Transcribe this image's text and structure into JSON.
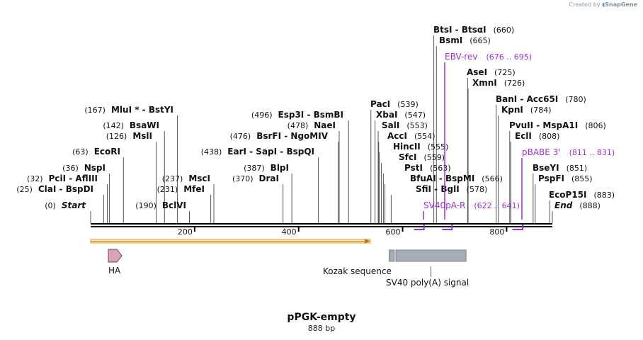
{
  "credit": {
    "created_by": "Created by",
    "brand": "SnapGene"
  },
  "map": {
    "title": "pPGK-empty",
    "length_label": "888 bp",
    "length": 888,
    "ruler": {
      "ticks": [
        200,
        400,
        600,
        800
      ]
    },
    "enzyme_labels": [
      {
        "id": "btsi",
        "pos": 660,
        "names": [
          "BtsI",
          "BtsαI"
        ],
        "coord": "(660)",
        "side": "right"
      },
      {
        "id": "bsmi",
        "pos": 665,
        "names": [
          "BsmI"
        ],
        "coord": "(665)",
        "side": "right"
      },
      {
        "id": "asei",
        "pos": 725,
        "names": [
          "AseI"
        ],
        "coord": "(725)",
        "side": "right"
      },
      {
        "id": "xmni",
        "pos": 726,
        "names": [
          "XmnI"
        ],
        "coord": "(726)",
        "side": "right"
      },
      {
        "id": "bani",
        "pos": 780,
        "names": [
          "BanI",
          "Acc65I"
        ],
        "coord": "(780)",
        "side": "right"
      },
      {
        "id": "kpni",
        "pos": 784,
        "names": [
          "KpnI"
        ],
        "coord": "(784)",
        "side": "right"
      },
      {
        "id": "pvuii",
        "pos": 806,
        "names": [
          "PvuII",
          "MspA1I"
        ],
        "coord": "(806)",
        "side": "right"
      },
      {
        "id": "ecli",
        "pos": 808,
        "names": [
          "EclI"
        ],
        "coord": "(808)",
        "side": "right"
      },
      {
        "id": "bseyi",
        "pos": 851,
        "names": [
          "BseYI"
        ],
        "coord": "(851)",
        "side": "right"
      },
      {
        "id": "pspfi",
        "pos": 855,
        "names": [
          "PspFI"
        ],
        "coord": "(855)",
        "side": "right"
      },
      {
        "id": "ecop15i",
        "pos": 883,
        "names": [
          "EcoP15I"
        ],
        "coord": "(883)",
        "side": "right"
      },
      {
        "id": "end",
        "pos": 888,
        "names": [
          "End"
        ],
        "coord": "(888)",
        "side": "right",
        "italic": true
      },
      {
        "id": "paci",
        "pos": 539,
        "names": [
          "PacI"
        ],
        "coord": "(539)",
        "side": "right"
      },
      {
        "id": "xbai",
        "pos": 547,
        "names": [
          "XbaI"
        ],
        "coord": "(547)",
        "side": "right"
      },
      {
        "id": "sali",
        "pos": 553,
        "names": [
          "SalI"
        ],
        "coord": "(553)",
        "side": "right"
      },
      {
        "id": "acci",
        "pos": 554,
        "names": [
          "AccI"
        ],
        "coord": "(554)",
        "side": "right"
      },
      {
        "id": "hincii",
        "pos": 555,
        "names": [
          "HincII"
        ],
        "coord": "(555)",
        "side": "right"
      },
      {
        "id": "sfci",
        "pos": 559,
        "names": [
          "SfcI"
        ],
        "coord": "(559)",
        "side": "right"
      },
      {
        "id": "psti",
        "pos": 563,
        "names": [
          "PstI"
        ],
        "coord": "(563)",
        "side": "right"
      },
      {
        "id": "bfuai",
        "pos": 566,
        "names": [
          "BfuAI",
          "BspMI"
        ],
        "coord": "(566)",
        "side": "right"
      },
      {
        "id": "sfii",
        "pos": 578,
        "names": [
          "SfiI",
          "BglI"
        ],
        "coord": "(578)",
        "side": "right"
      },
      {
        "id": "mlui",
        "pos": 167,
        "names": [
          "MluI *",
          "BstYI"
        ],
        "coord": "(167)",
        "side": "left"
      },
      {
        "id": "bsawi",
        "pos": 142,
        "names": [
          "BsaWI"
        ],
        "coord": "(142)",
        "side": "left"
      },
      {
        "id": "msli",
        "pos": 126,
        "names": [
          "MslI"
        ],
        "coord": "(126)",
        "side": "left"
      },
      {
        "id": "ecori",
        "pos": 63,
        "names": [
          "EcoRI"
        ],
        "coord": "(63)",
        "side": "left"
      },
      {
        "id": "nspi",
        "pos": 36,
        "names": [
          "NspI"
        ],
        "coord": "(36)",
        "side": "left"
      },
      {
        "id": "pcii",
        "pos": 32,
        "names": [
          "PciI",
          "AflIII"
        ],
        "coord": "(32)",
        "side": "left"
      },
      {
        "id": "clai",
        "pos": 25,
        "names": [
          "ClaI",
          "BspDI"
        ],
        "coord": "(25)",
        "side": "left"
      },
      {
        "id": "start",
        "pos": 0,
        "names": [
          "Start"
        ],
        "coord": "(0)",
        "side": "left",
        "italic": true
      },
      {
        "id": "bclvi",
        "pos": 190,
        "names": [
          "BclVI"
        ],
        "coord": "(190)",
        "side": "left"
      },
      {
        "id": "msci",
        "pos": 237,
        "names": [
          "MscI"
        ],
        "coord": "(237)",
        "side": "left"
      },
      {
        "id": "mfei",
        "pos": 231,
        "names": [
          "MfeI"
        ],
        "coord": "(231)",
        "side": "left"
      },
      {
        "id": "esp3i",
        "pos": 496,
        "names": [
          "Esp3I",
          "BsmBI"
        ],
        "coord": "(496)",
        "side": "left"
      },
      {
        "id": "naei",
        "pos": 478,
        "names": [
          "NaeI"
        ],
        "coord": "(478)",
        "side": "left"
      },
      {
        "id": "bsrfi",
        "pos": 476,
        "names": [
          "BsrFI",
          "NgoMIV"
        ],
        "coord": "(476)",
        "side": "left"
      },
      {
        "id": "eari",
        "pos": 438,
        "names": [
          "EarI",
          "SapI",
          "BspQI"
        ],
        "coord": "(438)",
        "side": "left"
      },
      {
        "id": "blpi",
        "pos": 387,
        "names": [
          "BlpI"
        ],
        "coord": "(387)",
        "side": "left"
      },
      {
        "id": "drai",
        "pos": 370,
        "names": [
          "DraI"
        ],
        "coord": "(370)",
        "side": "left"
      }
    ],
    "primers": [
      {
        "id": "ebv-rev",
        "name": "EBV-rev",
        "range": "(676 .. 695)",
        "start": 676,
        "end": 695
      },
      {
        "id": "pbabe3",
        "name": "pBABE 3'",
        "range": "(811 .. 831)",
        "start": 811,
        "end": 831
      },
      {
        "id": "sv40pa-r",
        "name": "SV40pA-R",
        "range": "(622 .. 641)",
        "start": 622,
        "end": 641
      }
    ],
    "features": [
      {
        "id": "ha",
        "name": "HA",
        "type": "tag-arrow",
        "start": 34,
        "end": 60,
        "color": "#d7a3b6"
      },
      {
        "id": "kozak",
        "name": "Kozak sequence",
        "type": "box",
        "start": 574,
        "end": 584,
        "color": "#a7abb4"
      },
      {
        "id": "sv40",
        "name": "SV40 poly(A) signal",
        "type": "box",
        "start": 587,
        "end": 722,
        "color": "#a7abb4"
      }
    ],
    "orf": {
      "start": 0,
      "end": 538,
      "color": "#f7a94a"
    },
    "colors": {
      "primer": "#9b30d9",
      "line": "#000000",
      "cut": "#555555"
    }
  }
}
